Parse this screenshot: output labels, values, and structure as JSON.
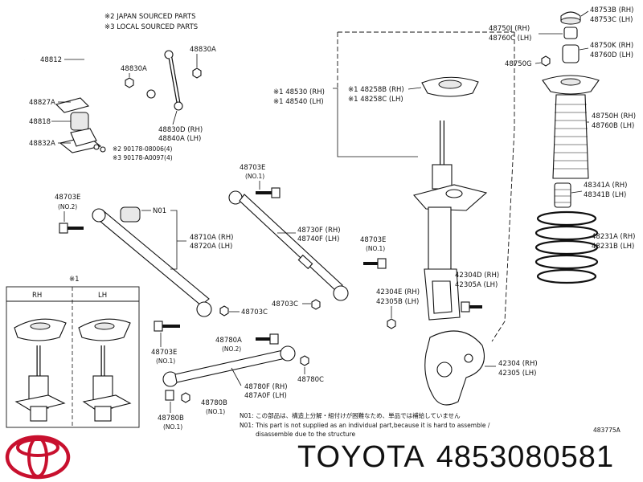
{
  "legend": {
    "line1": "※2 JAPAN SOURCED PARTS",
    "line2": "※3 LOCAL SOURCED PARTS"
  },
  "parts": {
    "p48812": "48812",
    "p48830A_1": "48830A",
    "p48830A_2": "48830A",
    "p48827A": "48827A",
    "p48818": "48818",
    "p48832A": "48832A",
    "p48830D": "48830D (RH)",
    "p48840A": "48840A (LH)",
    "p90178_1": "※2  90178-08006(4)",
    "p90178_2": "※3  90178-A0097(4)",
    "p48703E_a": "48703E",
    "p48703E_a_no": "(NO.1)",
    "p48703E_b": "48703E",
    "p48703E_b_no": "(NO.2)",
    "pN01": "N01",
    "p48710A": "48710A (RH)",
    "p48720A": "48720A (LH)",
    "p48730F": "48730F (RH)",
    "p48740F": "48740F (LH)",
    "p48703E_c": "48703E",
    "p48703C_1": "48703C",
    "p48703C_2": "48703C",
    "p48703E_d": "48703E",
    "p48703E_d_no": "(NO.1)",
    "p48780A": "48780A",
    "p48780A_no": "(NO.2)",
    "p48780F": "48780F (RH)",
    "p487A0F": "487A0F (LH)",
    "p48780C": "48780C",
    "p48780B_1": "48780B",
    "p48780B_1_no": "(NO.1)",
    "p48780B_2": "48780B",
    "p48780B_2_no": "(NO.1)",
    "p48530": "※1 48530 (RH)",
    "p48540": "※1 48540 (LH)",
    "p48258B": "※1 48258B (RH)",
    "p48258C": "※1 48258C (LH)",
    "p48750J": "48750J (RH)",
    "p48760C": "48760C (LH)",
    "p48750G": "48750G",
    "p48753B": "48753B (RH)",
    "p48753C": "48753C (LH)",
    "p48750K": "48750K (RH)",
    "p48760D": "48760D (LH)",
    "p48750H": "48750H (RH)",
    "p48760B": "48760B (LH)",
    "p48341A": "48341A (RH)",
    "p48341B": "48341B (LH)",
    "p48231A": "48231A (RH)",
    "p48231B": "48231B (LH)",
    "p42304D": "42304D (RH)",
    "p42305A": "42305A (LH)",
    "p42304E": "42304E (RH)",
    "p42305B": "42305B (LH)",
    "p42304": "42304 (RH)",
    "p42305": "42305 (LH)"
  },
  "inset": {
    "marker": "※1",
    "rh": "RH",
    "lh": "LH"
  },
  "notes": {
    "line1": "N01: この部品は、構造上分解・組付けが困難なため、単品では補給していません",
    "line2": "N01: This part is not supplied as an individual part,because it is hard to assemble /",
    "line3": "disassemble due to the structure",
    "diagram_id": "483775A"
  },
  "brand": {
    "name": "TOYOTA",
    "part_number": "4853080581"
  }
}
